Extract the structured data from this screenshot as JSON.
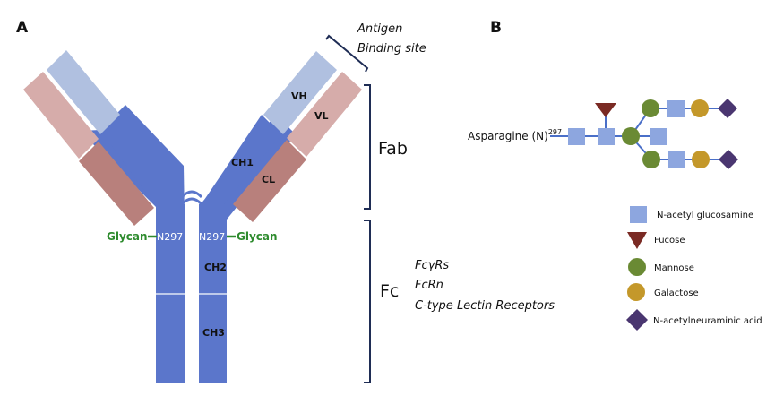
{
  "panels": {
    "a": {
      "letter": "A"
    },
    "b": {
      "letter": "B"
    }
  },
  "antibody": {
    "domains": {
      "vh": "VH",
      "vl": "VL",
      "ch1": "CH1",
      "cl": "CL",
      "ch2": "CH2",
      "ch3": "CH3"
    },
    "site_left": "N297",
    "site_right": "N297",
    "glycan_left": "Glycan",
    "glycan_right": "Glycan",
    "colors": {
      "heavy_constant": "#5b76cb",
      "heavy_variable": "#b0c0e0",
      "light_constant": "#b8807c",
      "light_variable": "#d6acaa",
      "glycan": "#2e8b2e",
      "bracket": "#1f2d55"
    }
  },
  "annotations": {
    "antigen_line1": "Antigen",
    "antigen_line2": "Binding site",
    "fab": "Fab",
    "fc": "Fc",
    "fc_receptors": [
      "FcγRs",
      "FcRn",
      "C-type Lectin Receptors"
    ]
  },
  "glycan": {
    "root_label": "Asparagine (N)",
    "root_superscript": "297",
    "colors": {
      "glcnac": "#8da6df",
      "fucose": "#7a2a24",
      "mannose": "#6a8a34",
      "galactose": "#c4982a",
      "neu5ac": "#4a3670",
      "link": "#4a6fc8"
    }
  },
  "legend": {
    "items": [
      {
        "symbol": "square",
        "label": "N-acetyl glucosamine"
      },
      {
        "symbol": "triangle",
        "label": "Fucose"
      },
      {
        "symbol": "circle-green",
        "label": "Mannose"
      },
      {
        "symbol": "circle-gold",
        "label": "Galactose"
      },
      {
        "symbol": "diamond",
        "label": "N-acetylneuraminic acid"
      }
    ]
  }
}
